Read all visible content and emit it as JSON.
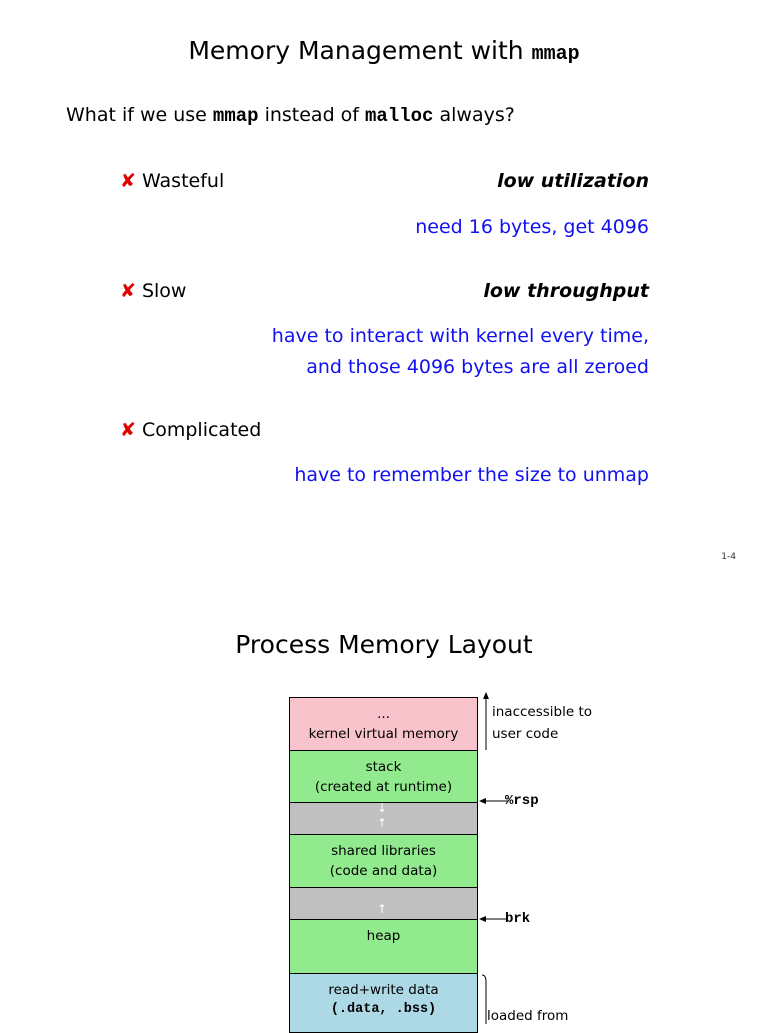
{
  "slide1": {
    "title_text": "Memory Management with ",
    "title_code": "mmap",
    "question": {
      "pre": "What if we use ",
      "code1": "mmap",
      "mid": " instead of ",
      "code2": "malloc",
      "post": " always?"
    },
    "points": [
      {
        "mark": "✘",
        "label": "Wasteful",
        "emphasis": "low utilization",
        "details": [
          "need 16 bytes, get 4096"
        ]
      },
      {
        "mark": "✘",
        "label": "Slow",
        "emphasis": "low throughput",
        "details": [
          "have to interact with kernel every time,",
          "and those 4096 bytes are all zeroed"
        ]
      },
      {
        "mark": "✘",
        "label": "Complicated",
        "emphasis": "",
        "details": [
          "have to remember the size to unmap"
        ]
      }
    ],
    "page_number": "1-4",
    "colors": {
      "cross": "#e00000",
      "detail": "#1010f0"
    }
  },
  "slide2": {
    "title": "Process Memory Layout",
    "segments": {
      "kernel": [
        "...",
        "kernel virtual memory"
      ],
      "stack": [
        "stack",
        "(created at runtime)"
      ],
      "shared": [
        "shared libraries",
        "(code and data)"
      ],
      "heap": [
        "heap"
      ],
      "rwdata": [
        "read+write data",
        "(.data, .bss)"
      ]
    },
    "labels": {
      "inaccessible": [
        "inaccessible to",
        "user code"
      ],
      "rsp": "%rsp",
      "brk": "brk",
      "loaded": "loaded from"
    },
    "colors": {
      "kernel": "#f9c3cb",
      "user": "#92ea8e",
      "gap": "#c0c0c0",
      "data": "#add8e6"
    }
  }
}
